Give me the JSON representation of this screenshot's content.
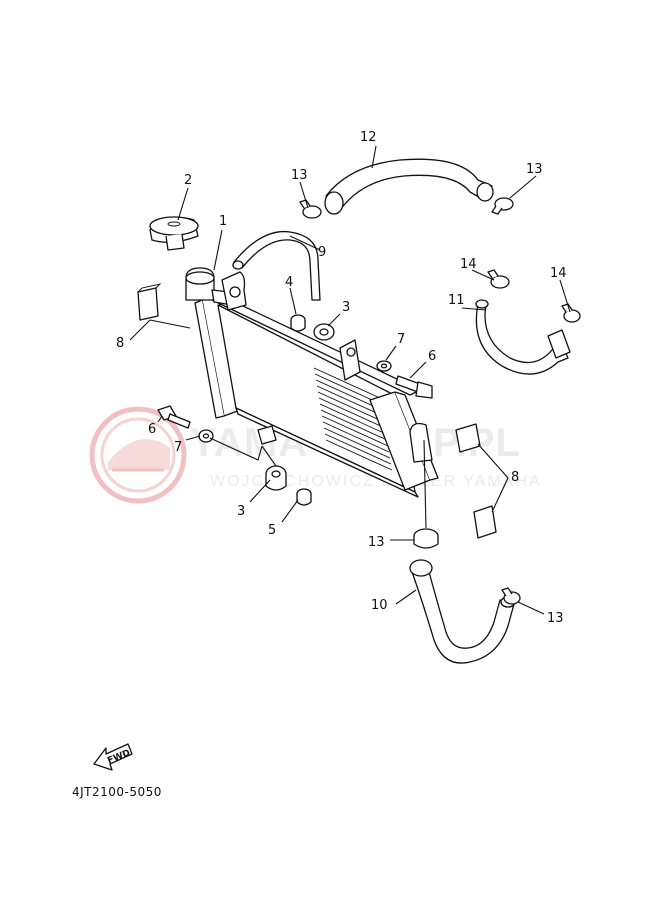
{
  "watermark": {
    "main": "YAMA-SKLEP.PL",
    "sub": "WOJCIECHOWICZ DEALER YAMAHA"
  },
  "drawing_code": "4JT2100-5050",
  "fwd_label": "FWD",
  "callouts": {
    "c1": "1",
    "c2": "2",
    "c3a": "3",
    "c3b": "3",
    "c4": "4",
    "c5": "5",
    "c6a": "6",
    "c6b": "6",
    "c7a": "7",
    "c7b": "7",
    "c8a": "8",
    "c8b": "8",
    "c9": "9",
    "c10": "10",
    "c11": "11",
    "c12": "12",
    "c13a": "13",
    "c13b": "13",
    "c13c": "13",
    "c13d": "13",
    "c14a": "14",
    "c14b": "14"
  },
  "colors": {
    "watermark_logo": "#f2c0c0",
    "line": "#111111"
  }
}
